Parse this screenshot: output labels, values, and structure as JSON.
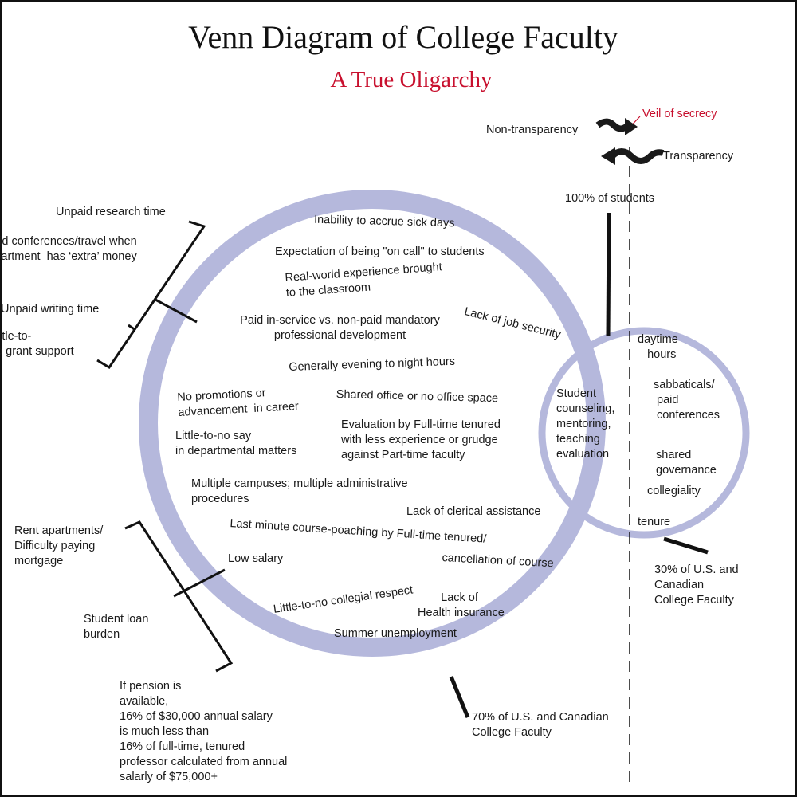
{
  "title": "Venn Diagram of College Faculty",
  "subtitle": "A True Oligarchy",
  "colors": {
    "circle": "#b5b8dc",
    "accent_red": "#c8102e",
    "ink": "#111111"
  },
  "legend": {
    "veil": "Veil of secrecy",
    "non_transparency": "Non-transparency",
    "transparency": "Transparency",
    "all_students": "100% of students"
  },
  "left_brackets": {
    "top": [
      "Unpaid research time",
      "Unpaid conferences/travel when\nthe department  has ‘extra’ money",
      "Unpaid writing time",
      "Little-to-\nno grant support"
    ],
    "bottom": [
      "Rent apartments/\nDifficulty paying\nmortgage",
      "Student loan\nburden"
    ]
  },
  "pension_note": "If pension is\navailable,\n16% of $30,000 annual salary\nis much less than\n16% of full-time, tenured\nprofessor calculated from annual\nsalarly of $75,000+",
  "big_circle": {
    "label": "70% of U.S. and Canadian\nCollege Faculty",
    "items": [
      "Inability to accrue sick days",
      "Expectation of being \"on call\" to students",
      "Real-world experience brought\nto the classroom",
      "Lack of job security",
      "Paid in-service vs. non-paid mandatory\nprofessional development",
      "Generally evening to night hours",
      "No promotions or\nadvancement  in career",
      "Shared office or no office space",
      "Little-to-no say\nin departmental matters",
      "Evaluation by Full-time tenured\nwith less experience or grudge\nagainst Part-time faculty",
      "Multiple campuses; multiple administrative\nprocedures",
      "Lack of clerical assistance",
      "Last minute course-poaching by Full-time tenured/",
      "cancellation of course",
      "Low salary",
      "Little-to-no collegial respect",
      "Lack of\nHealth insurance",
      "Summer unemployment"
    ]
  },
  "overlap": {
    "text": "Student\ncounseling,\nmentoring,\nteaching\nevaluation"
  },
  "small_circle": {
    "label": "30% of U.S. and\nCanadian\nCollege Faculty",
    "items": [
      "daytime\n   hours",
      "sabbaticals/\n paid\n conferences",
      "shared\ngovernance",
      "collegiality",
      "tenure"
    ]
  }
}
